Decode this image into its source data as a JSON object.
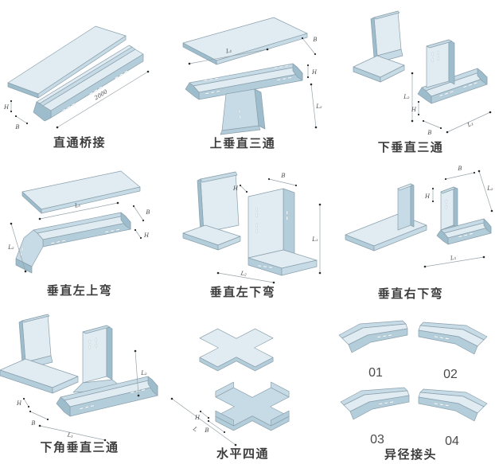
{
  "page": {
    "description": "cable tray fitting catalog diagram, 3x3 grid of isometric drawings"
  },
  "colors": {
    "background": "#ffffff",
    "tray_light": "#e0ebf2",
    "tray_mid": "#c7dbe6",
    "tray_mid_dark": "#b3cdda",
    "tray_dark": "#9dbccc",
    "outline": "#8aa0ac",
    "dim_line": "#97a4aa",
    "dim_dot": "#2b2b2b",
    "label_text": "#3d3d3d",
    "dim_text": "#4a4a4a"
  },
  "cells": [
    {
      "id": "straight-bridge",
      "label": "直通桥接",
      "dims": {
        "length": "2000",
        "h": "H",
        "b": "B"
      }
    },
    {
      "id": "up-vertical-tee",
      "label": "上垂直三通",
      "dims": {
        "l1": "L₁",
        "b": "B",
        "h": "H",
        "l2": "L₂"
      }
    },
    {
      "id": "down-vertical-tee",
      "label": "下垂直三通",
      "dims": {
        "l2": "L₂",
        "h": "H",
        "b": "B",
        "l1": "L₁"
      }
    },
    {
      "id": "vertical-left-up-bend",
      "label": "垂直左上弯",
      "dims": {
        "l1": "L₁",
        "l2": "L₂",
        "b": "B",
        "h": "H"
      }
    },
    {
      "id": "vertical-left-down-bend",
      "label": "垂直左下弯",
      "dims": {
        "h": "H",
        "b": "B",
        "l1": "L₁",
        "l2": "L₂"
      }
    },
    {
      "id": "vertical-right-down-bend",
      "label": "垂直右下弯",
      "dims": {
        "b": "B",
        "h": "H",
        "l2": "L₂",
        "l1": "L₁"
      }
    },
    {
      "id": "down-corner-vertical-tee",
      "label": "下角垂直三通",
      "dims": {
        "l2": "L₂",
        "h": "H",
        "b": "B",
        "l1": "L₁"
      }
    },
    {
      "id": "horizontal-cross",
      "label": "水平四通",
      "dims": {
        "h": "H",
        "b": "B",
        "l": "L"
      }
    },
    {
      "id": "reducer-joint",
      "label": "异径接头",
      "variants": [
        "01",
        "02",
        "03",
        "04"
      ]
    }
  ]
}
